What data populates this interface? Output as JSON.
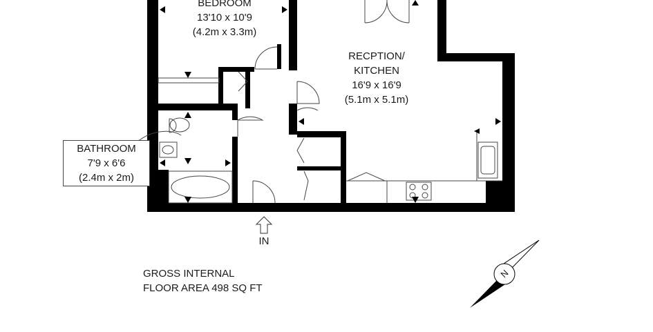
{
  "rooms": {
    "bedroom": {
      "name": "BEDROOM",
      "size_imperial": "13'10 x 10'9",
      "size_metric": "(4.2m x 3.3m)"
    },
    "reception": {
      "name_line1": "RECPTION/",
      "name_line2": "KITCHEN",
      "size_imperial": "16'9 x 16'9",
      "size_metric": "(5.1m x 5.1m)"
    },
    "bathroom": {
      "name": "BATHROOM",
      "size_imperial": "7'9 x 6'6",
      "size_metric": "(2.4m x 2m)"
    }
  },
  "entrance": {
    "label": "IN"
  },
  "floor_area": {
    "line1": "GROSS INTERNAL",
    "line2": "FLOOR AREA 498 SQ FT"
  },
  "compass": {
    "label": "N"
  },
  "colors": {
    "wall": "#000000",
    "fixture_line": "#444444",
    "background": "#ffffff"
  }
}
